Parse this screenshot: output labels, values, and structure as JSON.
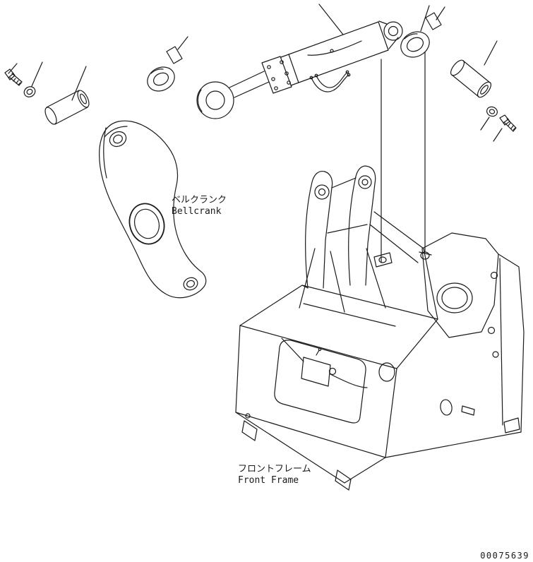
{
  "page": {
    "background": "#ffffff",
    "line_color": "#1a1a1a"
  },
  "labels": {
    "bellcrank_jp": "ベルクランク",
    "bellcrank_en": "Bellcrank",
    "front_frame_jp": "フロントフレーム",
    "front_frame_en": "Front Frame"
  },
  "part_number": "00075639",
  "parts": [
    "hex-bolt-left",
    "washer-left",
    "pin-left",
    "bellcrank",
    "bushing-ring-left",
    "shim-plate-left",
    "hydraulic-cylinder",
    "bushing-ring-right",
    "shim-plate-right",
    "pin-right",
    "washer-right",
    "hex-bolt-right",
    "front-frame"
  ]
}
